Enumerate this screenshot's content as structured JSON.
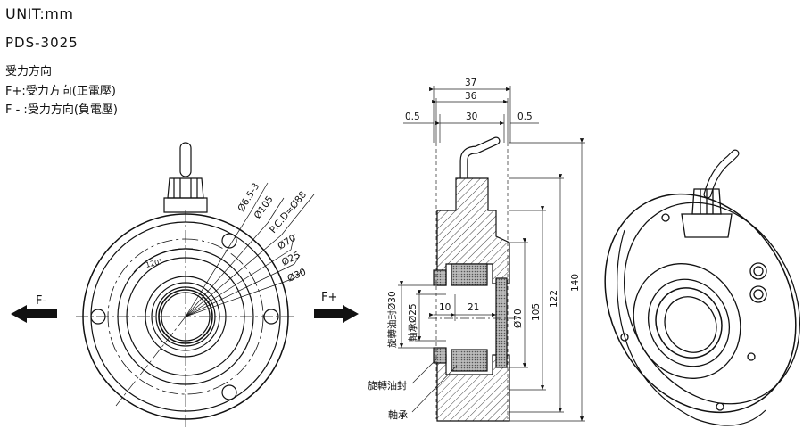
{
  "header": {
    "unit": "UNIT:mm",
    "model": "PDS-3025",
    "notes": [
      "受力方向",
      "F+:受力方向(正電壓)",
      "F - :受力方向(負電壓)"
    ]
  },
  "front_view": {
    "force_minus": "F-",
    "force_plus": "F+",
    "angle": "120°",
    "callouts": [
      "Ø6.5-3",
      "Ø105",
      "P.C.D=Ø88",
      "Ø70",
      "Ø25",
      "Ø30"
    ]
  },
  "section_view": {
    "top_dims": {
      "d37": "37",
      "d36": "36",
      "d30": "30",
      "d05_left": "0.5",
      "d05_right": "0.5"
    },
    "inner_dims": {
      "d10": "10",
      "d21": "21"
    },
    "vertical_dims": {
      "d70": "Ø70",
      "d105": "105",
      "d122": "122",
      "d140": "140"
    },
    "left_dims": {
      "seal_dia": "旋轉油封Ø30",
      "bearing_dia": "軸承Ø25"
    },
    "labels": {
      "seal": "旋轉油封",
      "bearing": "軸承"
    }
  },
  "colors": {
    "line": "#111111",
    "dim": "#222222",
    "arrow": "#111111"
  }
}
